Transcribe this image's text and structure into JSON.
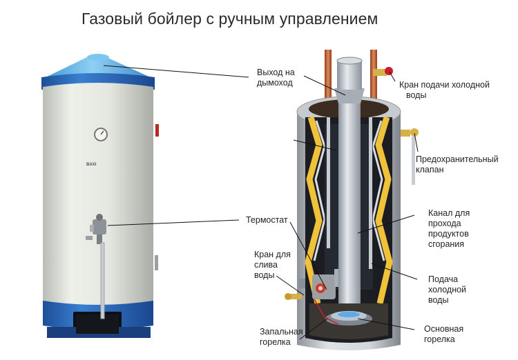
{
  "title": "Газовый бойлер с ручным управлением",
  "brand": "BAXI",
  "labels": {
    "chimney": [
      "Выход на",
      "дымоход"
    ],
    "cold_valve": [
      "Кран подачи холодной",
      "воды"
    ],
    "safety_valve": [
      "Предохранительный",
      "клапан"
    ],
    "thermostat": [
      "Термостат"
    ],
    "combustion_channel": [
      "Канал для",
      "прохода",
      "продуктов",
      "сгорания"
    ],
    "drain_valve": [
      "Кран для",
      "слива",
      "воды"
    ],
    "cold_supply": [
      "Подача",
      "холодной",
      "воды"
    ],
    "main_burner": [
      "Основная",
      "горелка"
    ],
    "pilot_burner": [
      "Запальная",
      "горелка"
    ]
  },
  "colors": {
    "tank_blue": "#2f6fc0",
    "cap_light_blue": "#62b4e8",
    "body_white": "#e9ece5",
    "insulation_yellow": "#f0c23a",
    "pipe_copper": "#c2663a",
    "valve_red": "#c8202a",
    "flue_grey": "#b9c0c8",
    "leader_line": "#111111"
  }
}
